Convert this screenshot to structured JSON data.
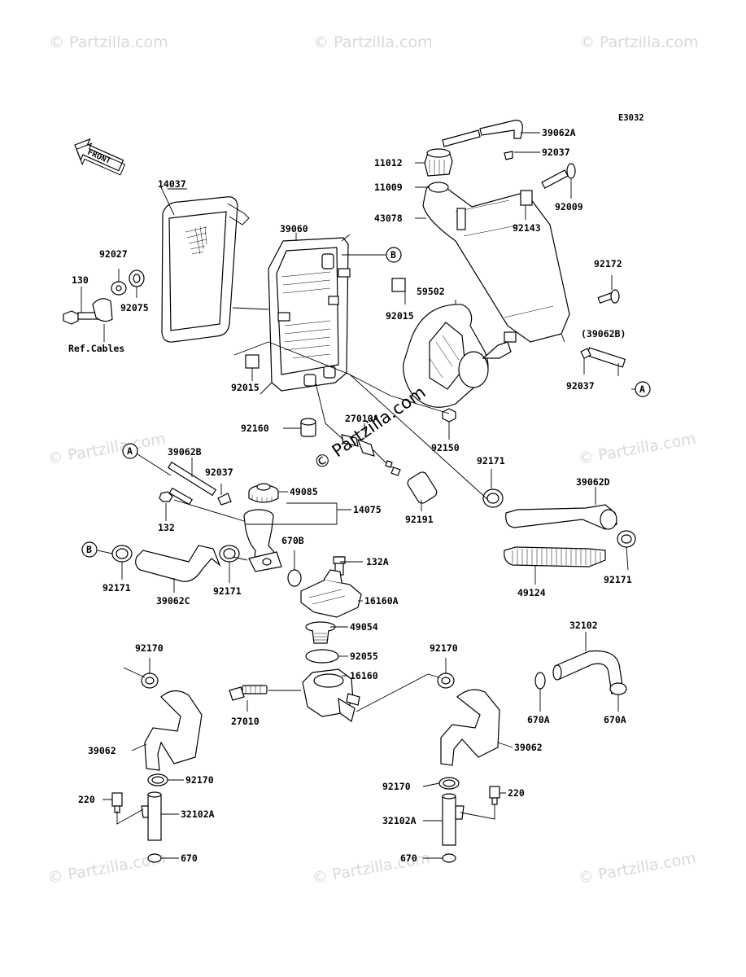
{
  "diagram_code": "E3032",
  "front_arrow_label": "FRONT",
  "watermark_text": "© Partzilla.com",
  "center_watermark": "© Partzilla.com",
  "callouts": {
    "c39062A": "39062A",
    "c92037a": "92037",
    "c11012": "11012",
    "c11009": "11009",
    "c92009": "92009",
    "c43078": "43078",
    "c92143": "92143",
    "c92172": "92172",
    "c39062Bp": "(39062B)",
    "c92037b": "92037",
    "cA1": "A",
    "c14037": "14037",
    "c39060": "39060",
    "cB1": "B",
    "c92027": "92027",
    "c130": "130",
    "c92075": "92075",
    "cRef": "Ref.Cables",
    "c92015a": "92015",
    "c59502": "59502",
    "c92015b": "92015",
    "c92160": "92160",
    "c27010A": "27010A",
    "c92150": "92150",
    "cA2": "A",
    "c39062B": "39062B",
    "c92037c": "92037",
    "c49085": "49085",
    "c14075": "14075",
    "c132": "132",
    "c670B": "670B",
    "c92191": "92191",
    "c92171a": "92171",
    "c39062D": "39062D",
    "cB2": "B",
    "c92171b": "92171",
    "c39062C": "39062C",
    "c92171c": "92171",
    "c132A": "132A",
    "c16160A": "16160A",
    "c49124": "49124",
    "c92171d": "92171",
    "c49054": "49054",
    "c32102": "32102",
    "c92170a": "92170",
    "c92055": "92055",
    "c92170b": "92170",
    "c16160": "16160",
    "c27010": "27010",
    "c670Aa": "670A",
    "c670Ab": "670A",
    "c39062a": "39062",
    "c39062b": "39062",
    "c92170c": "92170",
    "c92170d": "92170",
    "c220a": "220",
    "c220b": "220",
    "c32102Aa": "32102A",
    "c32102Ab": "32102A",
    "c670a": "670",
    "c670b": "670"
  }
}
